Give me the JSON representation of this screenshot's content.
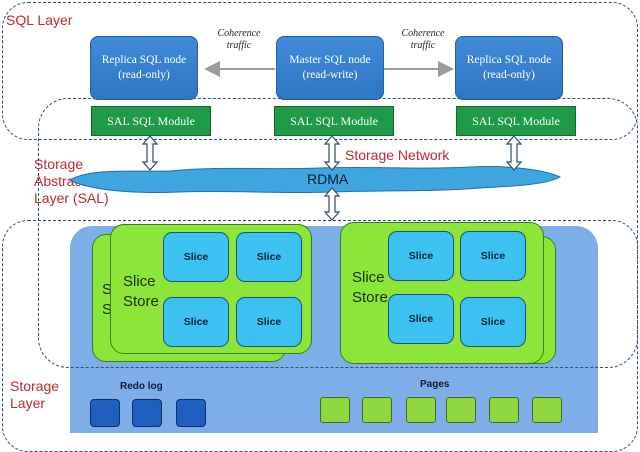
{
  "layers": {
    "sql": "SQL Layer",
    "sal_line1": "Storage",
    "sal_line2": "Abstraction",
    "sal_line3": "Layer (SAL)",
    "storage_line1": "Storage",
    "storage_line2": "Layer"
  },
  "nodes": [
    {
      "name": "Replica SQL node",
      "mode": "(read-only)"
    },
    {
      "name": "Master SQL node",
      "mode": "(read-write)"
    },
    {
      "name": "Replica SQL node",
      "mode": "(read-only)"
    }
  ],
  "coherence": {
    "line1": "Coherence",
    "line2": "traffic"
  },
  "sal_module": "SAL SQL Module",
  "network": {
    "label": "Storage Network",
    "rdma": "RDMA"
  },
  "slice_store": {
    "line1": "Slice",
    "line2": "Store"
  },
  "slice_label": "Slice",
  "back_card_fragments": [
    "S",
    "S"
  ],
  "redo_log": {
    "label": "Redo log",
    "blocks": 3
  },
  "pages": {
    "label": "Pages",
    "blocks": 6
  },
  "colors": {
    "red_label": "#c0282e",
    "sql_node": "#2f75c4",
    "sal_module": "#1f9a46",
    "storage_bg": "#7eaee8",
    "slice_store": "#8ce63a",
    "slice": "#3cc2f0",
    "redo_block": "#1f5fbf",
    "page_block": "#8fd640"
  }
}
